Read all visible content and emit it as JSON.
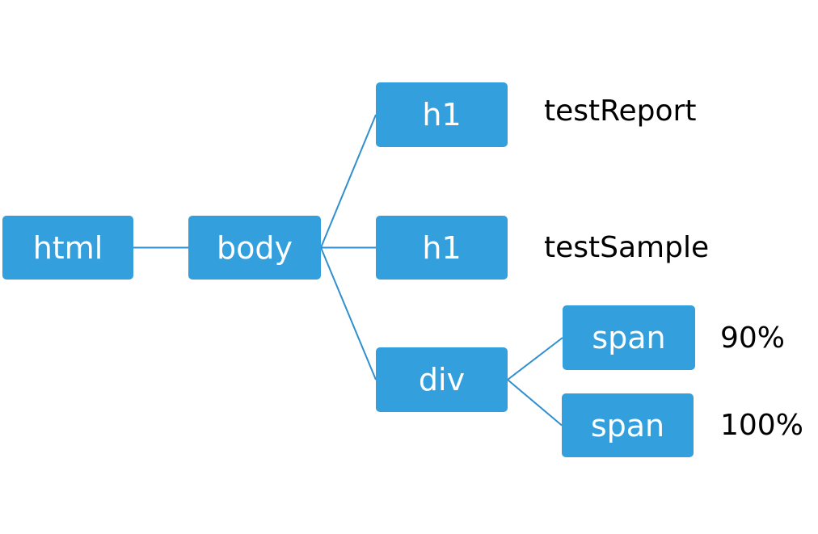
{
  "colors": {
    "node_fill": "#349fdd",
    "node_text": "#ffffff",
    "connector": "#2f8fcf",
    "annotation_text": "#000000"
  },
  "nodes": {
    "html": "html",
    "body": "body",
    "h1_first": "h1",
    "h1_second": "h1",
    "div": "div",
    "span_first": "span",
    "span_second": "span"
  },
  "annotations": {
    "h1_first_text": "testReport",
    "h1_second_text": "testSample",
    "span_first_text": "90%",
    "span_second_text": "100%"
  }
}
